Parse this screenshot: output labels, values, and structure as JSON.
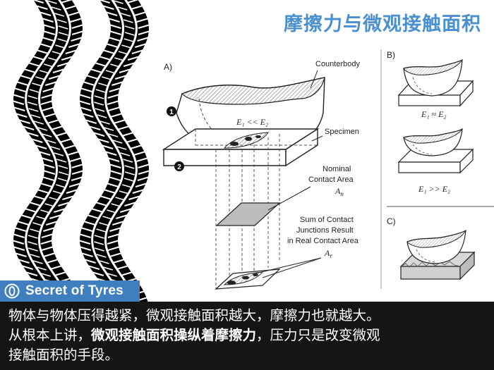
{
  "title": "摩擦力与微观接触面积",
  "panels": {
    "a": "A)",
    "b": "B)",
    "c": "C)"
  },
  "markers": {
    "one": "1",
    "two": "2"
  },
  "labels": {
    "counterbody": "Counterbody",
    "specimen": "Specimen",
    "nominal_l1": "Nominal",
    "nominal_l2": "Contact Area",
    "nominal_sym": "A",
    "nominal_sub": "n",
    "sum_l1": "Sum of Contact",
    "sum_l2": "Junctions Result",
    "sum_l3": "in Real Contact Area",
    "sum_sym": "A",
    "sum_sub": "r",
    "eq_a": "E₁ << E₂",
    "eq_b1": "E₁ ≈ E₂",
    "eq_b2": "E₁ >> E₂"
  },
  "brand": {
    "name": "Secret of Tyres",
    "icon": "tyre-logo-icon"
  },
  "caption": {
    "line1": "物体与物体压得越紧，微观接触面积越大，摩擦力也就越大。",
    "line2_pre": "从根本上讲，",
    "line2_bold": "微观接触面积操纵着摩擦力",
    "line2_post": "，压力只是改变微观",
    "line3": "接触面积的手段。"
  },
  "colors": {
    "title": "#4a8fd0",
    "brand_bg": "#3f7fbf",
    "caption_bg": "#151515",
    "tyre": "#000000"
  }
}
